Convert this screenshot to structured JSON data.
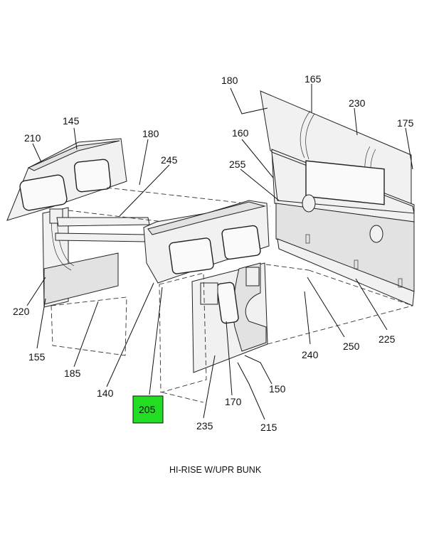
{
  "diagram": {
    "caption": "HI-RISE W/UPR BUNK",
    "highlight_color": "#22dd22",
    "highlighted_part": "205",
    "callouts": [
      "180",
      "165",
      "230",
      "175",
      "160",
      "145",
      "210",
      "180",
      "245",
      "255",
      "220",
      "155",
      "185",
      "140",
      "205",
      "235",
      "170",
      "150",
      "215",
      "240",
      "250",
      "225"
    ]
  }
}
